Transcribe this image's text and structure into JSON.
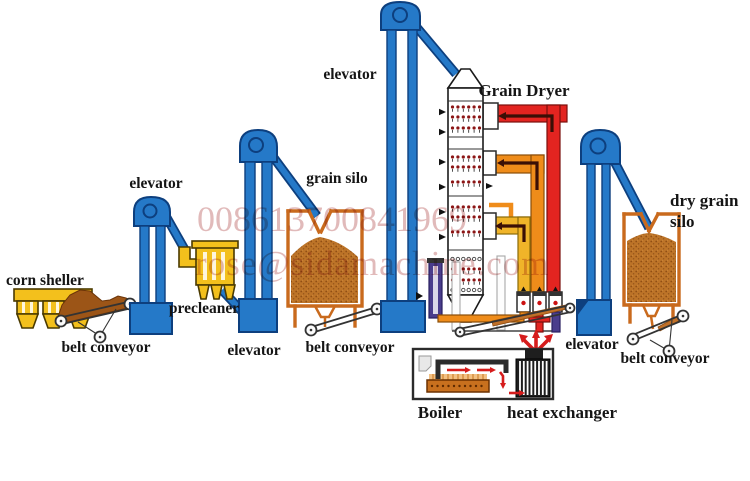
{
  "labels": {
    "corn_sheller": "corn sheller",
    "belt_conveyor_left": "belt conveyor",
    "elevator_1": "elevator",
    "precleaner": "precleaner",
    "elevator_2": "elevator",
    "grain_silo": "grain silo",
    "belt_conveyor_mid": "belt conveyor",
    "elevator_3": "elevator",
    "grain_dryer": "Grain Dryer",
    "elevator_4": "elevator",
    "dry_grain_silo_line1": "dry grain",
    "dry_grain_silo_line2": "silo",
    "belt_conveyor_right": "belt conveyor",
    "boiler": "Boiler",
    "heat_exchanger": "heat exchanger"
  },
  "watermark": {
    "line1": "008613700841969",
    "line2": "rose@sidamachine.com"
  },
  "colors": {
    "elevator_blue": "#2579c8",
    "machine_yellow": "#f3c01c",
    "grain_orange": "#bd7428",
    "silo_outline": "#c96a1d",
    "hot_air_red": "#e32420",
    "duct_orange": "#ef8c1a",
    "duct_yellow": "#f0b429",
    "duct_purple": "#4a3d8c",
    "flow_arrow_red": "#d61c1c",
    "watermark_pink": "#cf8f8f"
  }
}
